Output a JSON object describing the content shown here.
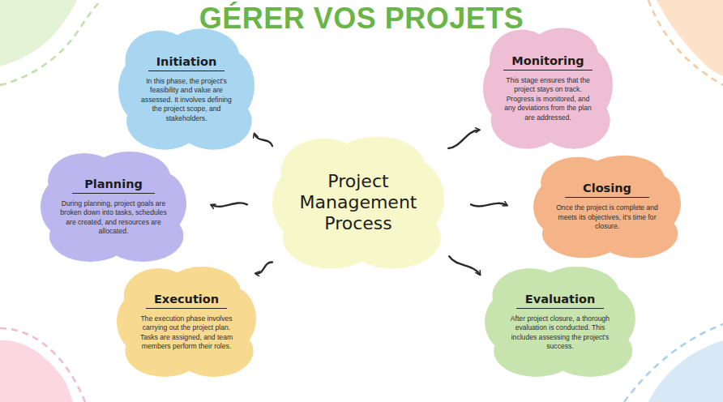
{
  "diagram": {
    "title": "GÉRER VOS PROJETS",
    "nodes": [
      {
        "text": [
          "Project Management Process"
        ]
      },
      {
        "text": [
          "Initiation",
          "In this phase, the project's feasibility and value are assessed. It involves defining the project scope, and stakeholders."
        ]
      },
      {
        "text": [
          "Monitoring",
          "This stage ensures that the project stays on track. Progress is monitored, and any deviations from the plan are addressed."
        ]
      },
      {
        "text": [
          "Planning",
          "During planning, project goals are broken down into tasks, schedules are created, and resources are allocated."
        ]
      },
      {
        "text": [
          "Closing",
          "Once the project is complete and meets its objectives, it's time for closure."
        ]
      },
      {
        "text": [
          "Execution",
          "The execution phase involves carrying out the project plan. Tasks are assigned, and team members perform their roles."
        ]
      },
      {
        "text": [
          "Evaluation",
          "After project closure, a thorough evaluation is conducted. This includes assessing the project's success."
        ]
      }
    ],
    "edges": [
      {
        "from": 0,
        "to": 1,
        "arrow": "to"
      },
      {
        "from": 0,
        "to": 2,
        "arrow": "to"
      },
      {
        "from": 0,
        "to": 3,
        "arrow": "to"
      },
      {
        "from": 0,
        "to": 4,
        "arrow": "to"
      },
      {
        "from": 0,
        "to": 5,
        "arrow": "to"
      },
      {
        "from": 0,
        "to": 6,
        "arrow": "to"
      }
    ]
  }
}
